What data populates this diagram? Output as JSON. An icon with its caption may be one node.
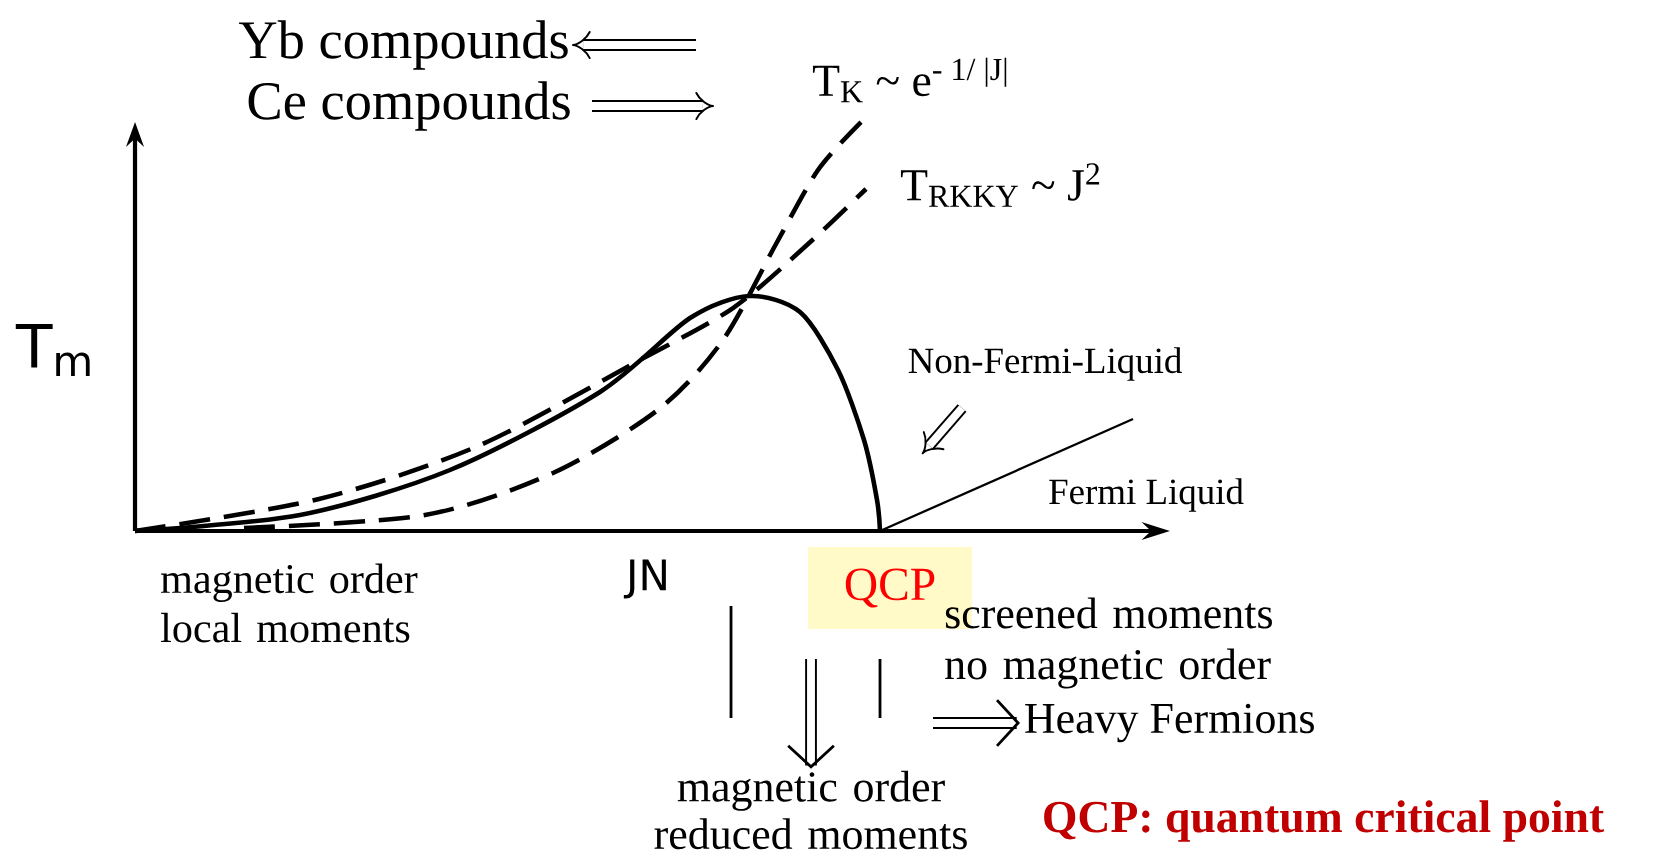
{
  "diagram": {
    "nodes": [
      {
        "text": [
          "QCP"
        ]
      },
      {
        "text": [
          "magnetic order reduced moments"
        ]
      },
      {
        "text": [
          "Heavy Fermions"
        ]
      }
    ],
    "edges": [
      {
        "from": null,
        "to": 1,
        "arrow": "to"
      },
      {
        "from": null,
        "to": 2,
        "arrow": "to"
      }
    ],
    "labels": [
      "Yb compounds",
      "Ce compounds",
      "T$_{K}$ ~ e$^{- 1/ |J|}$",
      "T$_{RKKY}$ ~ J$^{2}$",
      "T$_{m}$",
      "Non-Fermi-Liquid",
      "Fermi Liquid",
      "JN",
      "magnetic order local moments",
      "screened moments no magnetic order",
      "QCP: quantum critical point"
    ]
  }
}
